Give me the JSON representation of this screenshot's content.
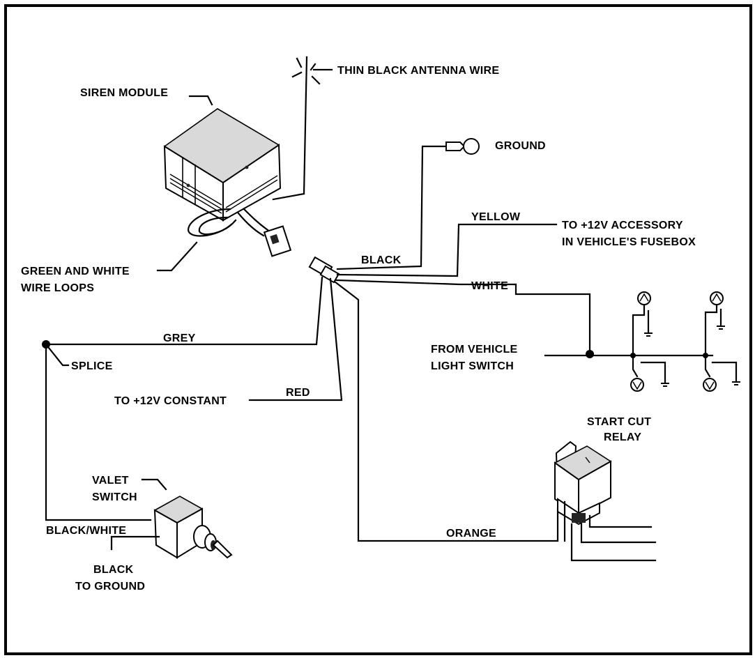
{
  "diagram": {
    "labels": {
      "siren_module": "SIREN MODULE",
      "antenna": "THIN BLACK ANTENNA WIRE",
      "ground": "GROUND",
      "yellow": "YELLOW",
      "accessory_1": "TO +12V ACCESSORY",
      "accessory_2": "IN VEHICLE'S FUSEBOX",
      "black": "BLACK",
      "green_white_1": "GREEN AND  WHITE",
      "green_white_2": "WIRE LOOPS",
      "white": "WHITE",
      "grey": "GREY",
      "splice": "SPLICE",
      "from_light_1": "FROM VEHICLE",
      "from_light_2": "LIGHT SWITCH",
      "red": "RED",
      "constant": "TO +12V CONSTANT",
      "start_cut_1": "START CUT",
      "start_cut_2": "RELAY",
      "valet_1": "VALET",
      "valet_2": "SWITCH",
      "black_white": "BLACK/WHITE",
      "orange": "ORANGE",
      "black_ground_1": "BLACK",
      "black_ground_2": "TO GROUND"
    },
    "colors": {
      "line": "#000000",
      "background": "#ffffff"
    }
  }
}
